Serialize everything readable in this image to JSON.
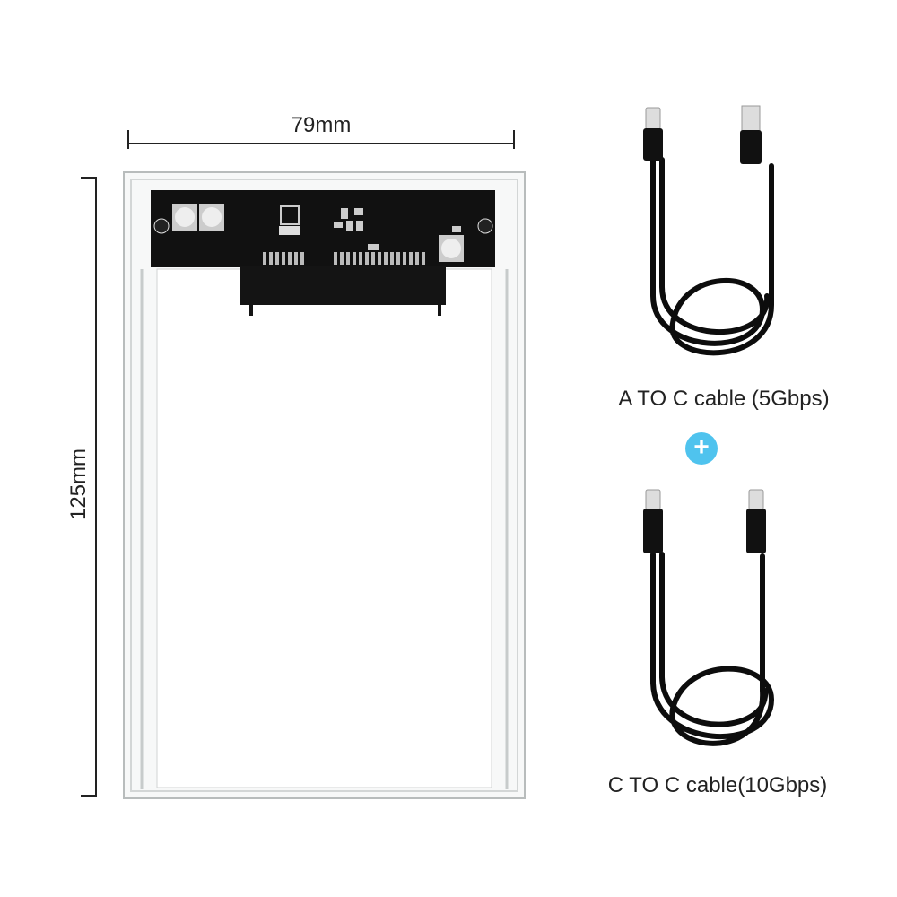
{
  "dimensions": {
    "width_label": "79mm",
    "height_label": "125mm"
  },
  "cables": [
    {
      "label": "A TO C cable (5Gbps)",
      "ends": [
        "usb-c",
        "usb-a"
      ]
    },
    {
      "label": "C TO C cable(10Gbps)",
      "ends": [
        "usb-c",
        "usb-c"
      ]
    }
  ],
  "plus_icon": "plus-icon",
  "colors": {
    "accent": "#4fc3ee",
    "pcb": "#111111",
    "cable": "#0d0d0d",
    "line": "#222222"
  }
}
